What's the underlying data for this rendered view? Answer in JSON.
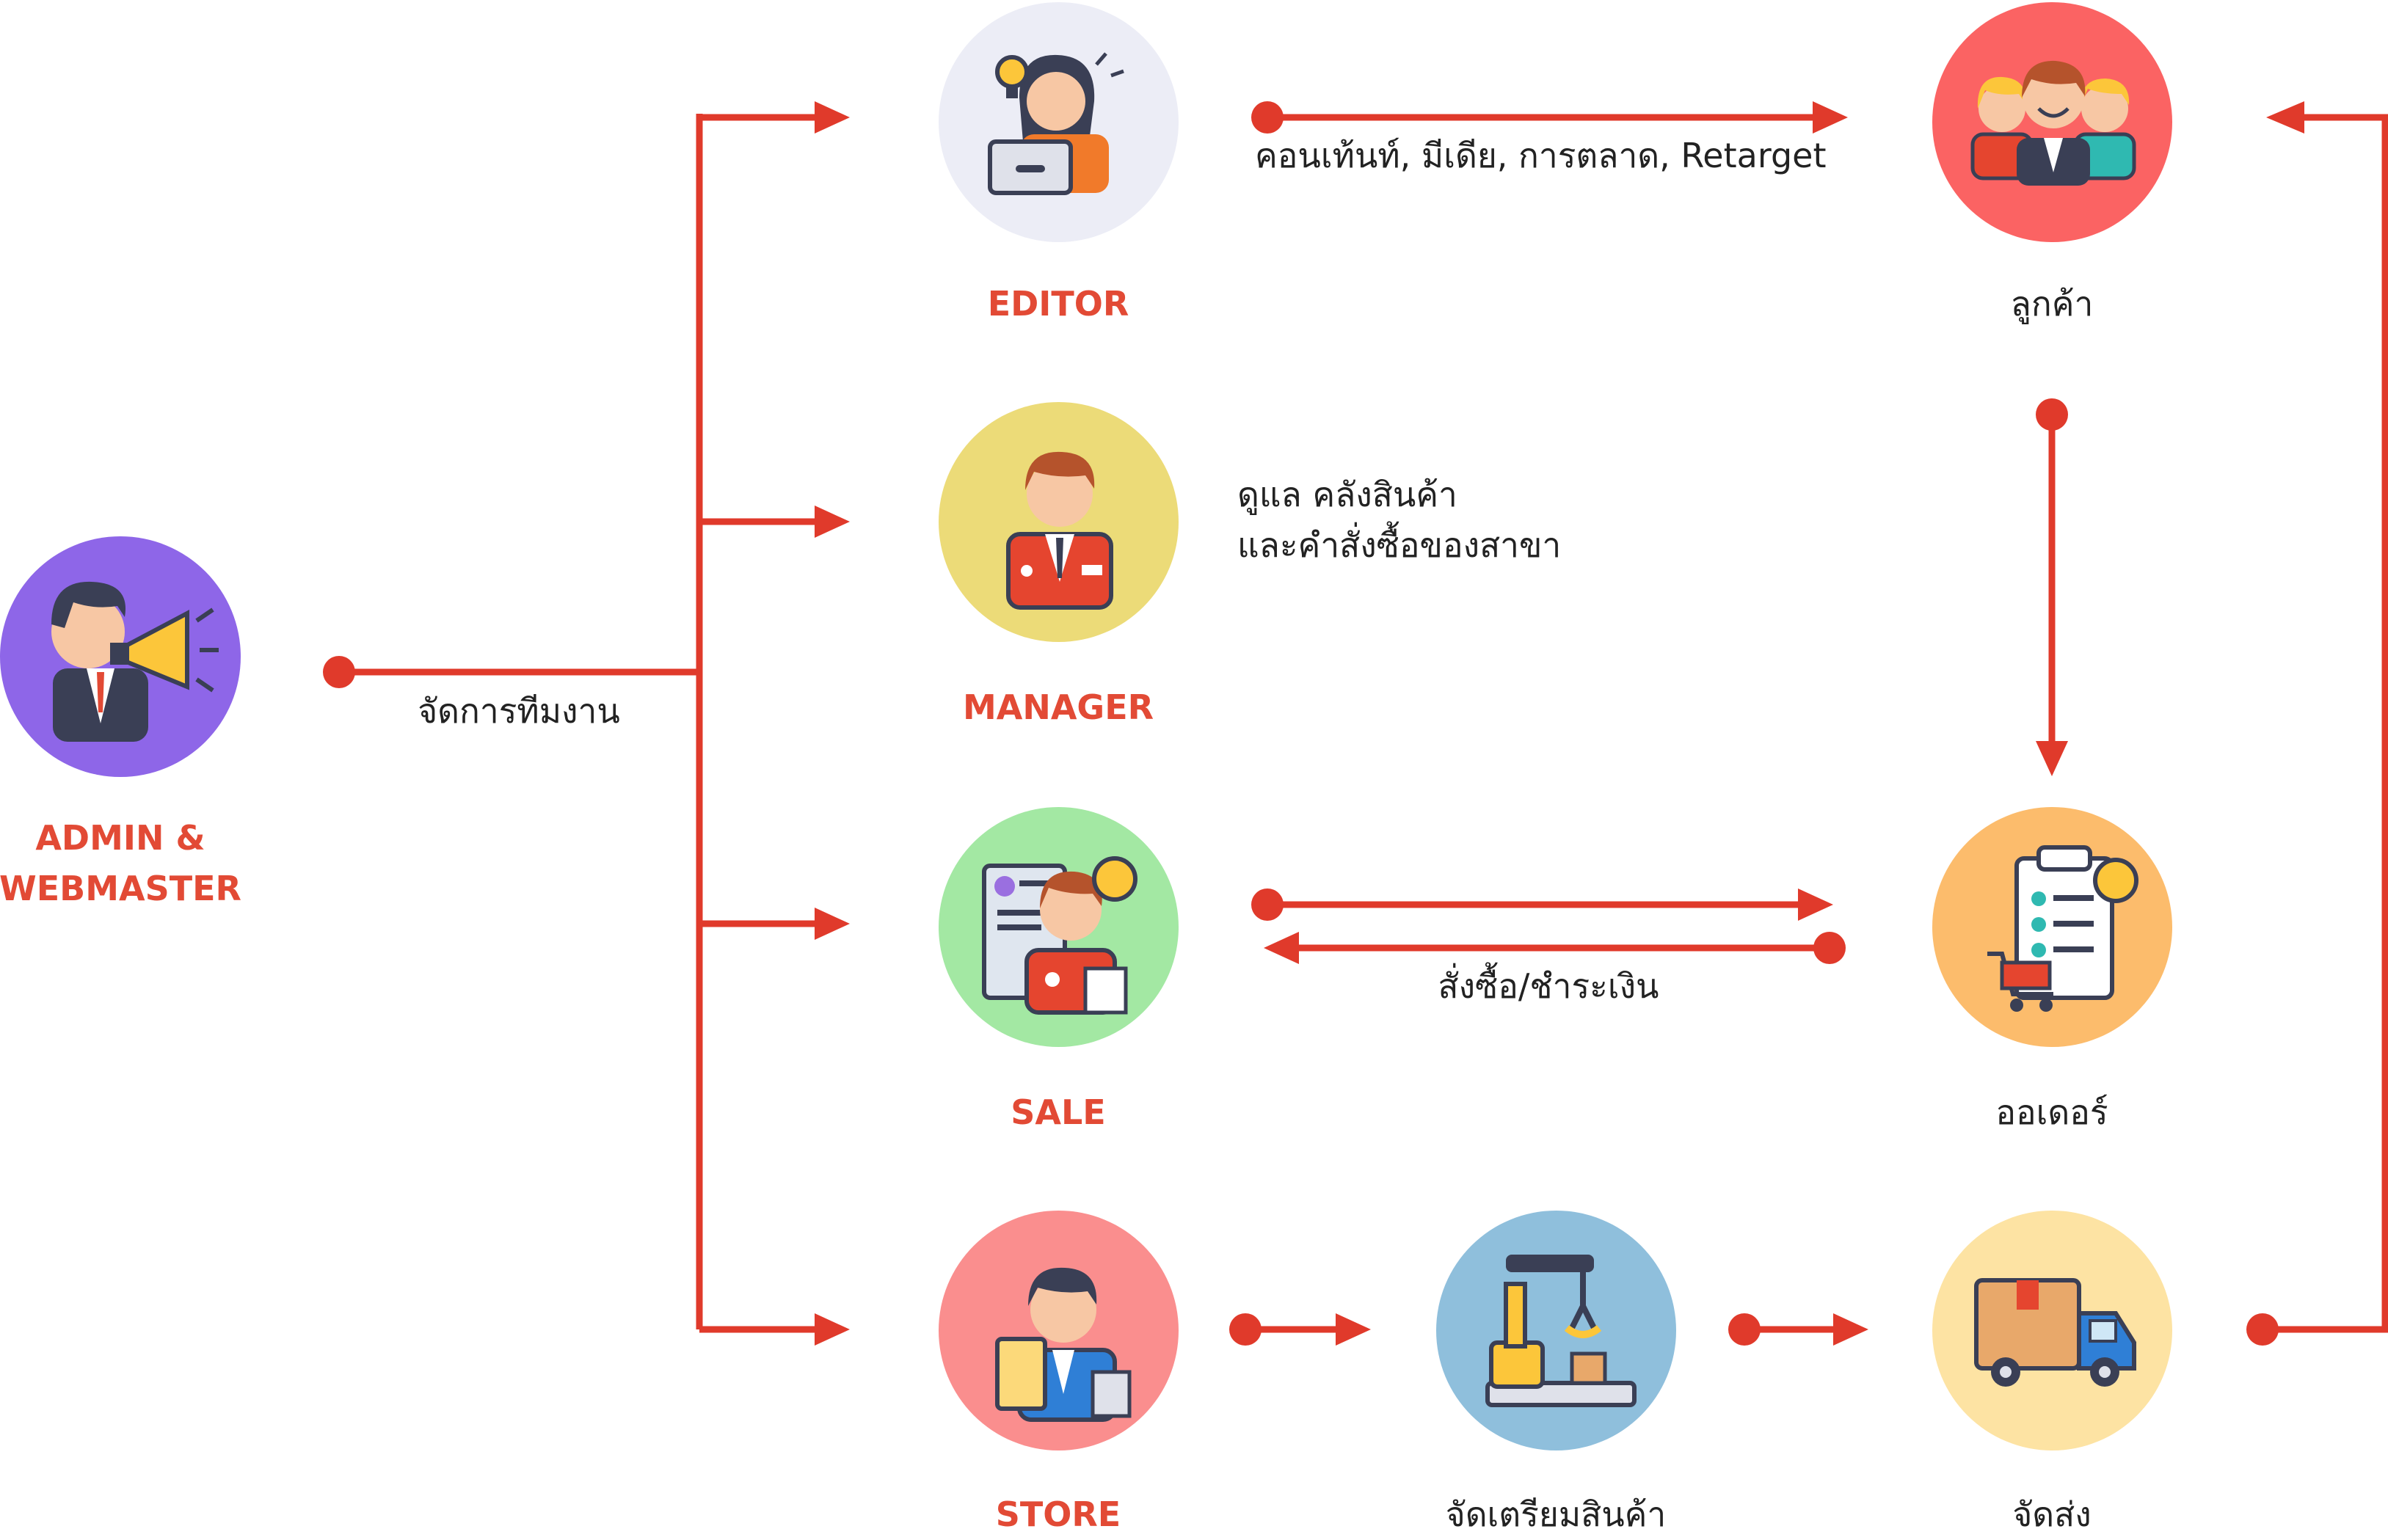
{
  "colors": {
    "arrow": "#e03a2b",
    "role_text": "#e24a35",
    "admin_circle": "#8e66e8",
    "editor_circle": "#ecedf6",
    "manager_circle": "#ecdb78",
    "sale_circle": "#a3e8a3",
    "store_circle": "#fa8e8e",
    "customer_circle": "#fb6363",
    "order_circle": "#fcbc6c",
    "prepare_circle": "#8fbfdc",
    "shipping_circle": "#fde3a3"
  },
  "nodes": {
    "admin": {
      "label_line1": "ADMIN &",
      "label_line2": "WEBMASTER",
      "icon": "megaphone-person-icon"
    },
    "editor": {
      "label": "EDITOR",
      "icon": "editor-person-icon"
    },
    "manager": {
      "label": "MANAGER",
      "icon": "manager-person-icon"
    },
    "sale": {
      "label": "SALE",
      "icon": "sale-person-icon"
    },
    "store": {
      "label": "STORE",
      "icon": "store-person-icon"
    },
    "customer": {
      "label": "ลูกค้า",
      "icon": "customers-group-icon"
    },
    "order": {
      "label": "ออเดอร์",
      "icon": "order-clipboard-icon"
    },
    "prepare": {
      "label": "จัดเตรียมสินค้า",
      "icon": "robot-arm-icon"
    },
    "shipping": {
      "label": "จัดส่ง",
      "icon": "delivery-truck-icon"
    }
  },
  "edges": {
    "admin_to_team": "จัดการทีมงาน",
    "editor_to_customer": "คอนเท้นท์, มีเดีย, การตลาด, Retarget",
    "manager_note_line1": "ดูแล คลังสินค้า",
    "manager_note_line2": "และคำสั่งซื้อของสาขา",
    "sale_order": "สั่งซื้อ/ชำระเงิน"
  }
}
